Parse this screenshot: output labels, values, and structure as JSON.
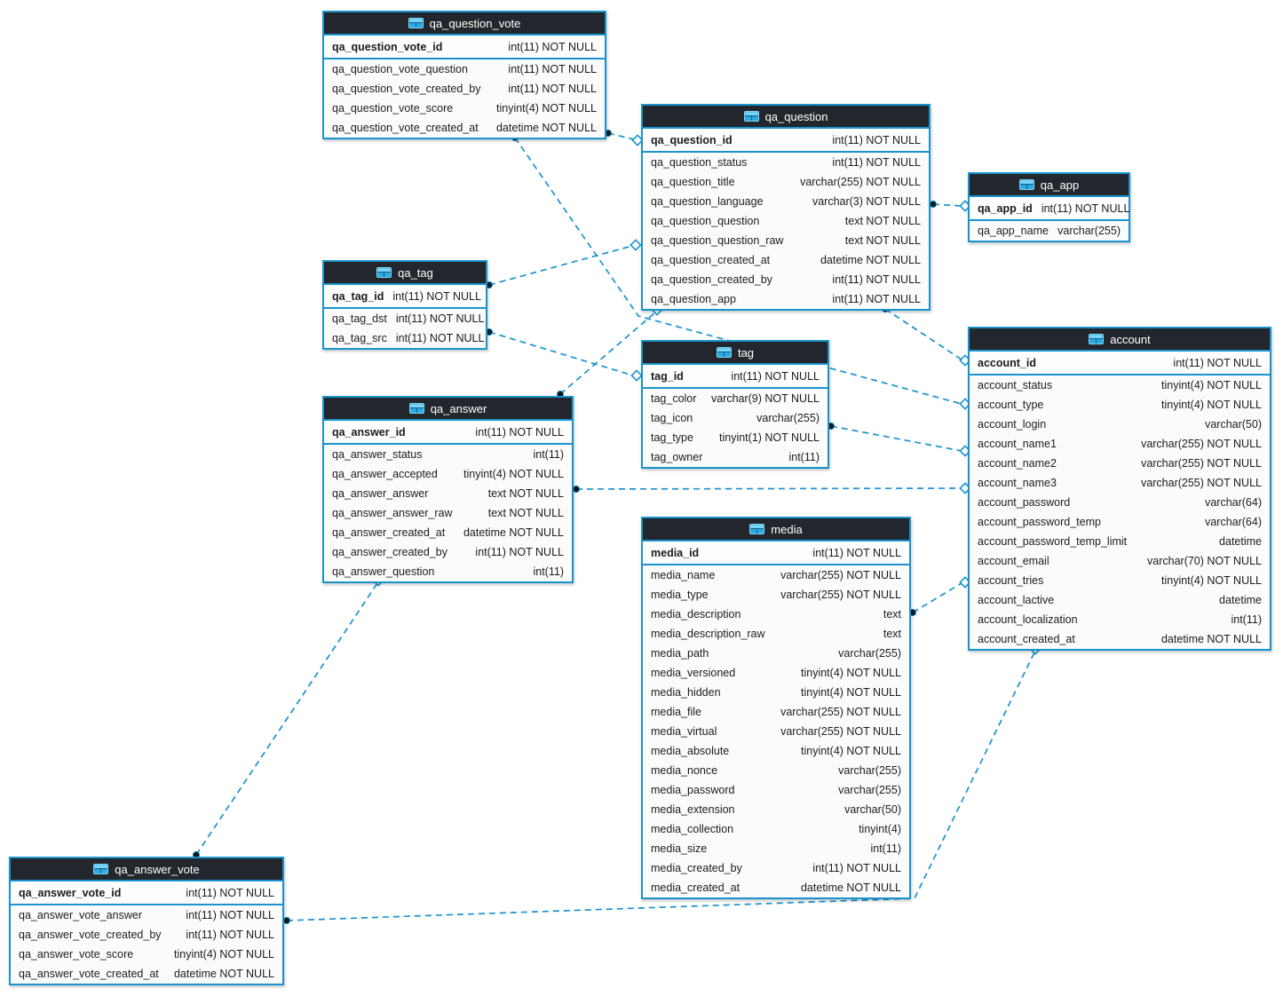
{
  "diagram": {
    "kind": "database-er-diagram",
    "colors": {
      "accent_blue": "#1993ce",
      "header_background": "#23272d",
      "header_text": "#ffffff",
      "row_text": "#1c1c1c",
      "canvas_background": "#ffffff",
      "icon_blue_light": "#7fd7f7",
      "icon_blue": "#2fa9e1"
    },
    "tables": [
      {
        "id": "qa_question_vote",
        "title": "qa_question_vote",
        "primary_key": {
          "name": "qa_question_vote_id",
          "type": "int(11) NOT NULL"
        },
        "columns": [
          {
            "name": "qa_question_vote_question",
            "type": "int(11) NOT NULL"
          },
          {
            "name": "qa_question_vote_created_by",
            "type": "int(11) NOT NULL"
          },
          {
            "name": "qa_question_vote_score",
            "type": "tinyint(4) NOT NULL"
          },
          {
            "name": "qa_question_vote_created_at",
            "type": "datetime NOT NULL"
          }
        ]
      },
      {
        "id": "qa_question",
        "title": "qa_question",
        "primary_key": {
          "name": "qa_question_id",
          "type": "int(11) NOT NULL"
        },
        "columns": [
          {
            "name": "qa_question_status",
            "type": "int(11) NOT NULL"
          },
          {
            "name": "qa_question_title",
            "type": "varchar(255) NOT NULL"
          },
          {
            "name": "qa_question_language",
            "type": "varchar(3) NOT NULL"
          },
          {
            "name": "qa_question_question",
            "type": "text NOT NULL"
          },
          {
            "name": "qa_question_question_raw",
            "type": "text NOT NULL"
          },
          {
            "name": "qa_question_created_at",
            "type": "datetime NOT NULL"
          },
          {
            "name": "qa_question_created_by",
            "type": "int(11) NOT NULL"
          },
          {
            "name": "qa_question_app",
            "type": "int(11) NOT NULL"
          }
        ]
      },
      {
        "id": "qa_app",
        "title": "qa_app",
        "primary_key": {
          "name": "qa_app_id",
          "type": "int(11) NOT NULL"
        },
        "columns": [
          {
            "name": "qa_app_name",
            "type": "varchar(255)"
          }
        ]
      },
      {
        "id": "qa_tag",
        "title": "qa_tag",
        "primary_key": {
          "name": "qa_tag_id",
          "type": "int(11) NOT NULL"
        },
        "columns": [
          {
            "name": "qa_tag_dst",
            "type": "int(11) NOT NULL"
          },
          {
            "name": "qa_tag_src",
            "type": "int(11) NOT NULL"
          }
        ]
      },
      {
        "id": "tag",
        "title": "tag",
        "primary_key": {
          "name": "tag_id",
          "type": "int(11) NOT NULL"
        },
        "columns": [
          {
            "name": "tag_color",
            "type": "varchar(9) NOT NULL"
          },
          {
            "name": "tag_icon",
            "type": "varchar(255)"
          },
          {
            "name": "tag_type",
            "type": "tinyint(1) NOT NULL"
          },
          {
            "name": "tag_owner",
            "type": "int(11)"
          }
        ]
      },
      {
        "id": "qa_answer",
        "title": "qa_answer",
        "primary_key": {
          "name": "qa_answer_id",
          "type": "int(11) NOT NULL"
        },
        "columns": [
          {
            "name": "qa_answer_status",
            "type": "int(11)"
          },
          {
            "name": "qa_answer_accepted",
            "type": "tinyint(4) NOT NULL"
          },
          {
            "name": "qa_answer_answer",
            "type": "text NOT NULL"
          },
          {
            "name": "qa_answer_answer_raw",
            "type": "text NOT NULL"
          },
          {
            "name": "qa_answer_created_at",
            "type": "datetime NOT NULL"
          },
          {
            "name": "qa_answer_created_by",
            "type": "int(11) NOT NULL"
          },
          {
            "name": "qa_answer_question",
            "type": "int(11)"
          }
        ]
      },
      {
        "id": "media",
        "title": "media",
        "primary_key": {
          "name": "media_id",
          "type": "int(11) NOT NULL"
        },
        "columns": [
          {
            "name": "media_name",
            "type": "varchar(255) NOT NULL"
          },
          {
            "name": "media_type",
            "type": "varchar(255) NOT NULL"
          },
          {
            "name": "media_description",
            "type": "text"
          },
          {
            "name": "media_description_raw",
            "type": "text"
          },
          {
            "name": "media_path",
            "type": "varchar(255)"
          },
          {
            "name": "media_versioned",
            "type": "tinyint(4) NOT NULL"
          },
          {
            "name": "media_hidden",
            "type": "tinyint(4) NOT NULL"
          },
          {
            "name": "media_file",
            "type": "varchar(255) NOT NULL"
          },
          {
            "name": "media_virtual",
            "type": "varchar(255) NOT NULL"
          },
          {
            "name": "media_absolute",
            "type": "tinyint(4) NOT NULL"
          },
          {
            "name": "media_nonce",
            "type": "varchar(255)"
          },
          {
            "name": "media_password",
            "type": "varchar(255)"
          },
          {
            "name": "media_extension",
            "type": "varchar(50)"
          },
          {
            "name": "media_collection",
            "type": "tinyint(4)"
          },
          {
            "name": "media_size",
            "type": "int(11)"
          },
          {
            "name": "media_created_by",
            "type": "int(11) NOT NULL"
          },
          {
            "name": "media_created_at",
            "type": "datetime NOT NULL"
          }
        ]
      },
      {
        "id": "account",
        "title": "account",
        "primary_key": {
          "name": "account_id",
          "type": "int(11) NOT NULL"
        },
        "columns": [
          {
            "name": "account_status",
            "type": "tinyint(4) NOT NULL"
          },
          {
            "name": "account_type",
            "type": "tinyint(4) NOT NULL"
          },
          {
            "name": "account_login",
            "type": "varchar(50)"
          },
          {
            "name": "account_name1",
            "type": "varchar(255) NOT NULL"
          },
          {
            "name": "account_name2",
            "type": "varchar(255) NOT NULL"
          },
          {
            "name": "account_name3",
            "type": "varchar(255) NOT NULL"
          },
          {
            "name": "account_password",
            "type": "varchar(64)"
          },
          {
            "name": "account_password_temp",
            "type": "varchar(64)"
          },
          {
            "name": "account_password_temp_limit",
            "type": "datetime"
          },
          {
            "name": "account_email",
            "type": "varchar(70) NOT NULL"
          },
          {
            "name": "account_tries",
            "type": "tinyint(4) NOT NULL"
          },
          {
            "name": "account_lactive",
            "type": "datetime"
          },
          {
            "name": "account_localization",
            "type": "int(11)"
          },
          {
            "name": "account_created_at",
            "type": "datetime NOT NULL"
          }
        ]
      },
      {
        "id": "qa_answer_vote",
        "title": "qa_answer_vote",
        "primary_key": {
          "name": "qa_answer_vote_id",
          "type": "int(11) NOT NULL"
        },
        "columns": [
          {
            "name": "qa_answer_vote_answer",
            "type": "int(11) NOT NULL"
          },
          {
            "name": "qa_answer_vote_created_by",
            "type": "int(11) NOT NULL"
          },
          {
            "name": "qa_answer_vote_score",
            "type": "tinyint(4) NOT NULL"
          },
          {
            "name": "qa_answer_vote_created_at",
            "type": "datetime NOT NULL"
          }
        ]
      }
    ],
    "relationships": [
      {
        "id": "r1",
        "from": "qa_question_vote.qa_question_vote_question",
        "to": "qa_question.qa_question_id"
      },
      {
        "id": "r2",
        "from": "qa_question_vote.qa_question_vote_created_by",
        "to": "account.account_id"
      },
      {
        "id": "r3",
        "from": "qa_tag.qa_tag_dst",
        "to": "qa_question.qa_question_id"
      },
      {
        "id": "r4",
        "from": "qa_tag.qa_tag_src",
        "to": "tag.tag_id"
      },
      {
        "id": "r5",
        "from": "qa_answer.qa_answer_question",
        "to": "qa_question.qa_question_id"
      },
      {
        "id": "r6",
        "from": "qa_answer.qa_answer_created_by",
        "to": "account.account_id"
      },
      {
        "id": "r7",
        "from": "tag.tag_owner",
        "to": "account.account_id"
      },
      {
        "id": "r8",
        "from": "qa_question.qa_question_created_by",
        "to": "account.account_id"
      },
      {
        "id": "r9",
        "from": "qa_question.qa_question_app",
        "to": "qa_app.qa_app_id"
      },
      {
        "id": "r10",
        "from": "media.media_created_by",
        "to": "account.account_id"
      },
      {
        "id": "r11",
        "from": "qa_answer_vote.qa_answer_vote_answer",
        "to": "qa_answer.qa_answer_id"
      },
      {
        "id": "r12",
        "from": "qa_answer_vote.qa_answer_vote_created_by",
        "to": "account.account_id"
      }
    ]
  }
}
